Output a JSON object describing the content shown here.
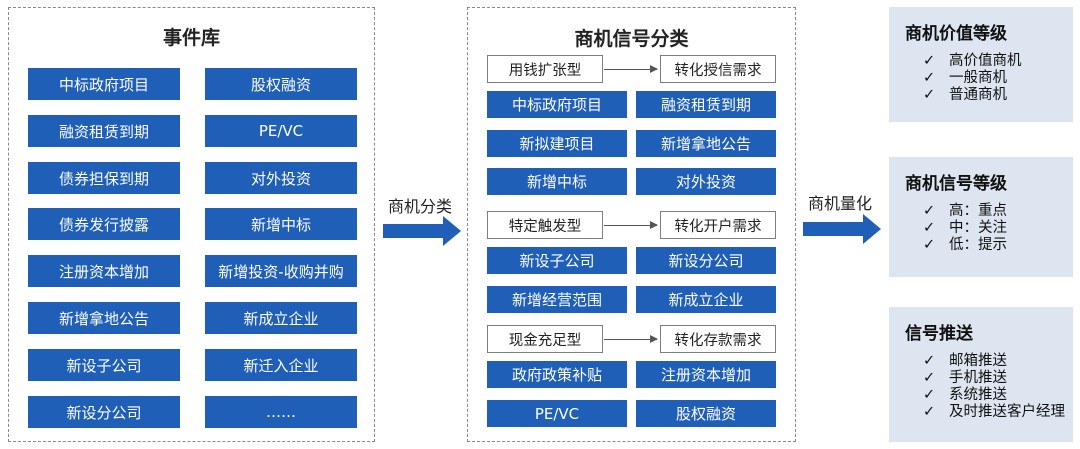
{
  "event_library": {
    "title": "事件库",
    "left_col": [
      "中标政府项目",
      "融资租赁到期",
      "债券担保到期",
      "债券发行披露",
      "注册资本增加",
      "新增拿地公告",
      "新设子公司",
      "新设分公司"
    ],
    "right_col": [
      "股权融资",
      "PE/VC",
      "对外投资",
      "新增中标",
      "新增投资-收购并购",
      "新成立企业",
      "新迁入企业",
      "……"
    ]
  },
  "flow1": {
    "label": "商机分类"
  },
  "classification": {
    "title": "商机信号分类",
    "groups": [
      {
        "type": "用钱扩张型",
        "result": "转化授信需求",
        "tiles": [
          "中标政府项目",
          "融资租赁到期",
          "新拟建项目",
          "新增拿地公告",
          "新增中标",
          "对外投资"
        ]
      },
      {
        "type": "特定触发型",
        "result": "转化开户需求",
        "tiles": [
          "新设子公司",
          "新设分公司",
          "新增经营范围",
          "新成立企业"
        ]
      },
      {
        "type": "现金充足型",
        "result": "转化存款需求",
        "tiles": [
          "政府政策补贴",
          "注册资本增加",
          "PE/VC",
          "股权融资"
        ]
      }
    ]
  },
  "flow2": {
    "label": "商机量化"
  },
  "cards": [
    {
      "title": "商机价值等级",
      "items": [
        "高价值商机",
        "一般商机",
        "普通商机"
      ]
    },
    {
      "title": "商机信号等级",
      "items": [
        "高：重点",
        "中：关注",
        "低：提示"
      ]
    },
    {
      "title": "信号推送",
      "items": [
        "邮箱推送",
        "手机推送",
        "系统推送",
        "及时推送客户经理"
      ]
    }
  ],
  "check_mark": "✓",
  "colors": {
    "tile": "#1f5fb7",
    "arrow": "#1f5fb7",
    "card_bg": "#dde6f0"
  }
}
